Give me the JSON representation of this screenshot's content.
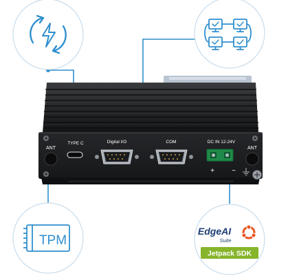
{
  "callouts": {
    "power": {
      "icon": "power-refresh-icon"
    },
    "network": {
      "icon": "networked-monitors-icon"
    },
    "tpm": {
      "label": "TPM",
      "icon": "tpm-chip-icon"
    },
    "software": {
      "brand_main": "EdgeAI",
      "brand_sub": "Suite",
      "badge": "Jetpack SDK",
      "icon": "ubuntu-logo-icon"
    }
  },
  "device": {
    "ports": {
      "ant_left": "ANT",
      "type_c": "TYPE C",
      "digital_io": "Digital I/O",
      "com": "COM",
      "dc_in": "DC IN 12-24V",
      "ant_right": "ANT",
      "plus": "+",
      "minus": "−"
    }
  },
  "colors": {
    "accent_blue": "#2f8fce",
    "chassis": "#1c1d1f",
    "badge_green": "#86b42b",
    "ubuntu_orange": "#e95420",
    "brand_navy": "#1d3f73"
  }
}
